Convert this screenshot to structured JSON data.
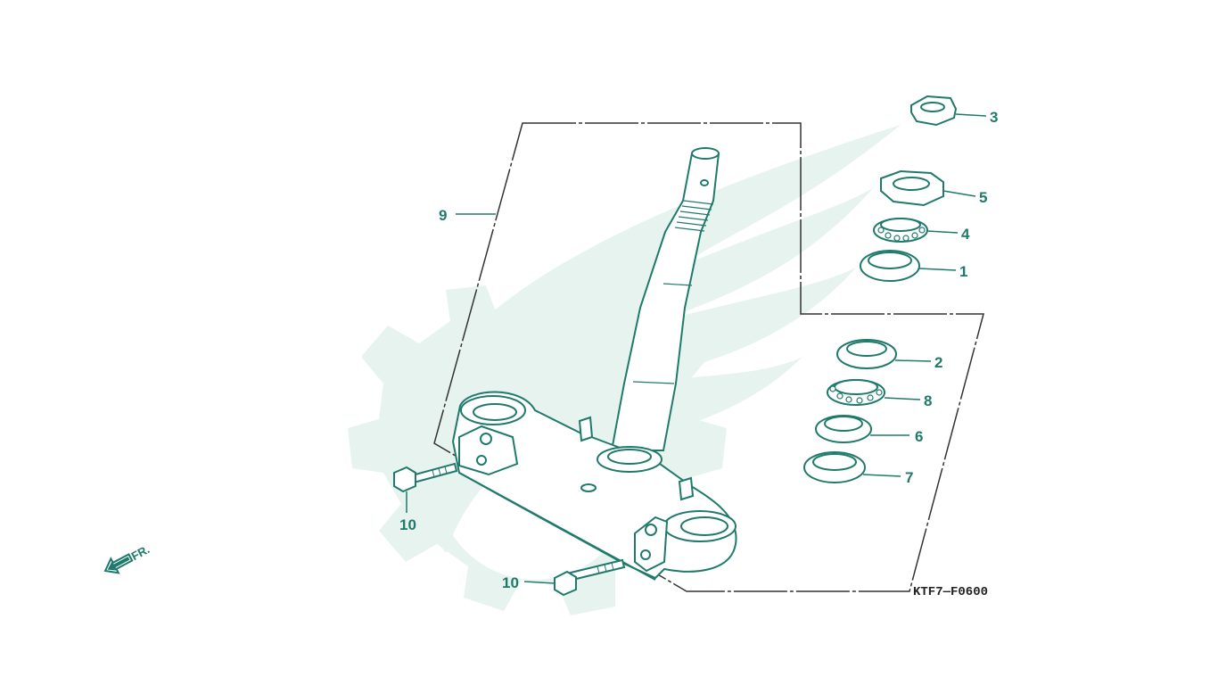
{
  "colors": {
    "line": "#1f7a6c",
    "watermark": "#e6f3ee",
    "frame": "#333333",
    "fill": "#f4faf8"
  },
  "diagram_code": "KTF7—F0600",
  "direction_label": "FR.",
  "direction_icon": "front-arrow-icon",
  "watermark_icon": "gear-wing-logo-icon",
  "callouts": [
    {
      "id": "3",
      "label": "3"
    },
    {
      "id": "5",
      "label": "5"
    },
    {
      "id": "4",
      "label": "4"
    },
    {
      "id": "1",
      "label": "1"
    },
    {
      "id": "2",
      "label": "2"
    },
    {
      "id": "8",
      "label": "8"
    },
    {
      "id": "6",
      "label": "6"
    },
    {
      "id": "7",
      "label": "7"
    },
    {
      "id": "9",
      "label": "9"
    },
    {
      "id": "10a",
      "label": "10"
    },
    {
      "id": "10b",
      "label": "10"
    }
  ]
}
